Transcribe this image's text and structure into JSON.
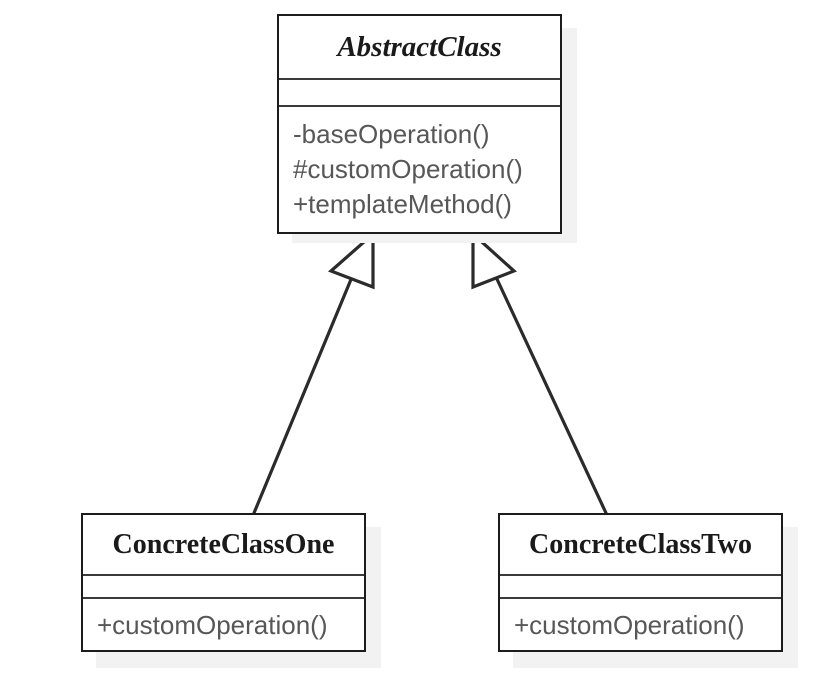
{
  "diagram": {
    "type": "uml-class-diagram",
    "title": "Template Method pattern class diagram",
    "background_color": "#ffffff",
    "border_color": "#1c1c1c",
    "divider_color": "#3a3a3a",
    "member_text_color": "#575757",
    "name_text_color": "#1a1a1a",
    "shadow_color": "#f2f2f2"
  },
  "classes": [
    {
      "id": "abstract-class",
      "name": "AbstractClass",
      "stereotype": "abstract",
      "italic": true,
      "attributes": [],
      "operations": [
        "-baseOperation()",
        "#customOperation()",
        "+templateMethod()"
      ]
    },
    {
      "id": "concrete-class-one",
      "name": "ConcreteClassOne",
      "stereotype": "concrete",
      "italic": false,
      "attributes": [],
      "operations": [
        "+customOperation()"
      ]
    },
    {
      "id": "concrete-class-two",
      "name": "ConcreteClassTwo",
      "stereotype": "concrete",
      "italic": false,
      "attributes": [],
      "operations": [
        "+customOperation()"
      ]
    }
  ],
  "relationships": [
    {
      "id": "generalization-one",
      "type": "generalization",
      "from": "ConcreteClassOne",
      "to": "AbstractClass",
      "arrowhead": "hollow-triangle"
    },
    {
      "id": "generalization-two",
      "type": "generalization",
      "from": "ConcreteClassTwo",
      "to": "AbstractClass",
      "arrowhead": "hollow-triangle"
    }
  ]
}
